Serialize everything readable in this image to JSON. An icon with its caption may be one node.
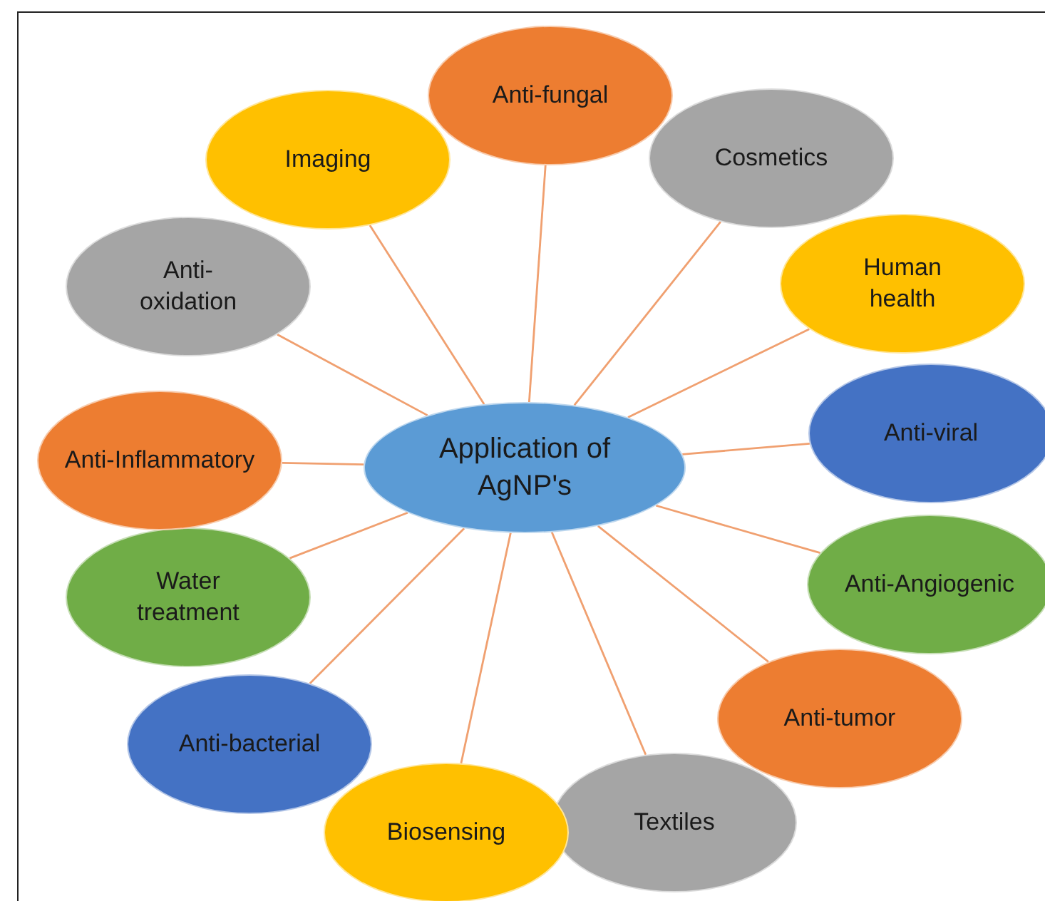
{
  "diagram": {
    "nodes": [
      {
        "text": [
          "Application of AgNP's"
        ]
      },
      {
        "text": [
          "Anti-fungal"
        ]
      },
      {
        "text": [
          "Cosmetics"
        ]
      },
      {
        "text": [
          "Human health"
        ]
      },
      {
        "text": [
          "Anti-viral"
        ]
      },
      {
        "text": [
          "Anti-Angiogenic"
        ]
      },
      {
        "text": [
          "Anti-tumor"
        ]
      },
      {
        "text": [
          "Textiles"
        ]
      },
      {
        "text": [
          "Biosensing"
        ]
      },
      {
        "text": [
          "Anti-bacterial"
        ]
      },
      {
        "text": [
          "Water treatment"
        ]
      },
      {
        "text": [
          "Anti-Inflammatory"
        ]
      },
      {
        "text": [
          "Anti-oxidation"
        ]
      },
      {
        "text": [
          "Imaging"
        ]
      }
    ],
    "edges": [
      {
        "from": 0,
        "to": 1,
        "arrow": "none"
      },
      {
        "from": 0,
        "to": 2,
        "arrow": "none"
      },
      {
        "from": 0,
        "to": 3,
        "arrow": "none"
      },
      {
        "from": 0,
        "to": 4,
        "arrow": "none"
      },
      {
        "from": 0,
        "to": 5,
        "arrow": "none"
      },
      {
        "from": 0,
        "to": 6,
        "arrow": "none"
      },
      {
        "from": 0,
        "to": 7,
        "arrow": "none"
      },
      {
        "from": 0,
        "to": 8,
        "arrow": "none"
      },
      {
        "from": 0,
        "to": 9,
        "arrow": "none"
      },
      {
        "from": 0,
        "to": 10,
        "arrow": "none"
      },
      {
        "from": 0,
        "to": 11,
        "arrow": "none"
      },
      {
        "from": 0,
        "to": 12,
        "arrow": "none"
      },
      {
        "from": 0,
        "to": 13,
        "arrow": "none"
      }
    ]
  }
}
